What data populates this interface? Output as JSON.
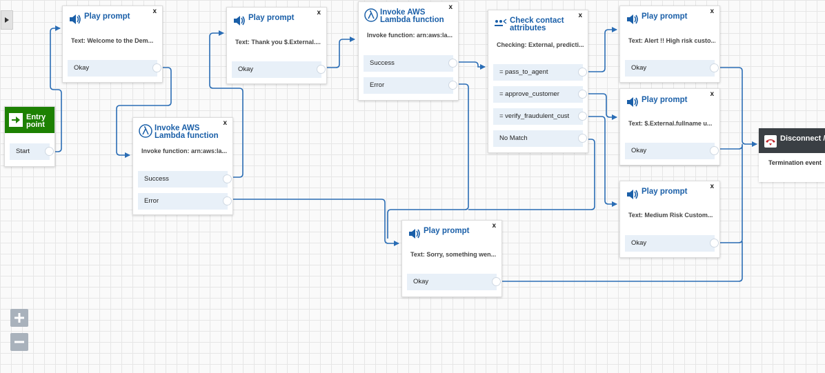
{
  "canvas": {
    "collapse_toggle_icon": "triangle-right-icon",
    "zoom_in_icon": "plus-icon",
    "zoom_out_icon": "minus-icon"
  },
  "entry_point": {
    "title": "Entry point",
    "icon": "arrow-right-icon",
    "start_label": "Start",
    "color": "#1d8102"
  },
  "blocks": {
    "play1": {
      "title": "Play prompt",
      "close": "x",
      "desc": "Text: Welcome to the Dem...",
      "okay": "Okay",
      "icon": "speaker-icon"
    },
    "lambda1": {
      "title": "Invoke AWS Lambda function",
      "close": "x",
      "desc": "Invoke function: arn:aws:la...",
      "success": "Success",
      "error": "Error",
      "icon": "lambda-icon"
    },
    "play2": {
      "title": "Play prompt",
      "close": "x",
      "desc": "Text: Thank you $.External....",
      "okay": "Okay",
      "icon": "speaker-icon"
    },
    "lambda2": {
      "title": "Invoke AWS Lambda function",
      "close": "x",
      "desc": "Invoke function: arn:aws:la...",
      "success": "Success",
      "error": "Error",
      "icon": "lambda-icon"
    },
    "check": {
      "title": "Check contact attributes",
      "close": "x",
      "desc": "Checking: External, predicti...",
      "options": [
        "= pass_to_agent",
        "= approve_customer",
        "= verify_fraudulent_cust",
        "No Match"
      ],
      "icon": "attributes-icon"
    },
    "play3": {
      "title": "Play prompt",
      "close": "x",
      "desc": "Text: Alert !! High risk custo...",
      "okay": "Okay",
      "icon": "speaker-icon"
    },
    "play4": {
      "title": "Play prompt",
      "close": "x",
      "desc": "Text: $.External.fullname u...",
      "okay": "Okay",
      "icon": "speaker-icon"
    },
    "play5": {
      "title": "Play prompt",
      "close": "x",
      "desc": "Text: Medium Risk Custom...",
      "okay": "Okay",
      "icon": "speaker-icon"
    },
    "play6": {
      "title": "Play prompt",
      "close": "x",
      "desc": "Text: Sorry, something wen...",
      "okay": "Okay",
      "icon": "speaker-icon"
    }
  },
  "disconnect": {
    "title": "Disconnect / up",
    "desc": "Termination event",
    "icon": "hang-up-phone-icon",
    "color": "#3a3f44"
  },
  "colors": {
    "accent": "#1a5fa8",
    "wire": "#2a6db5",
    "option_bg": "#e8f0f8"
  }
}
